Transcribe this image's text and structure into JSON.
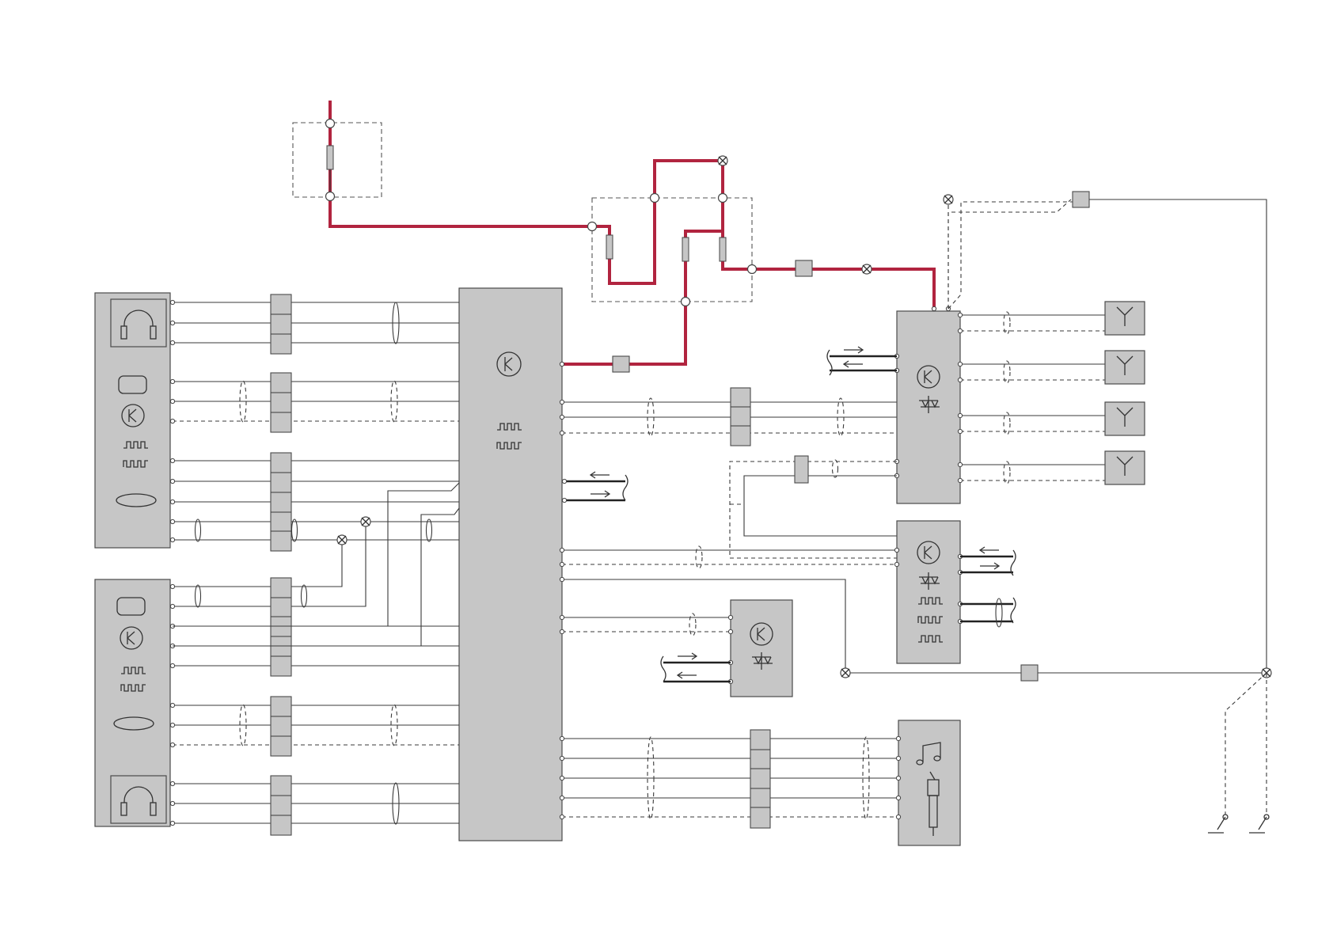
{
  "diagram": {
    "kind": "wiring-schematic",
    "colors": {
      "power_wire": "#b1243f",
      "signal_wire": "#3a3a3a",
      "component_fill": "#c6c6c6",
      "background": "#ffffff"
    },
    "components": [
      {
        "id": "rear-seat-unit-upper",
        "icons": [
          "headphones-icon",
          "display-icon",
          "transistor-icon",
          "pulse-icon",
          "ellipse-icon"
        ]
      },
      {
        "id": "rear-seat-unit-lower",
        "icons": [
          "display-icon",
          "transistor-icon",
          "pulse-icon",
          "ellipse-icon",
          "headphones-icon"
        ]
      },
      {
        "id": "central-control-module",
        "icons": [
          "transistor-icon",
          "pulse-icon"
        ]
      },
      {
        "id": "receiver-module",
        "icons": [
          "transistor-icon",
          "diode-pair-icon"
        ]
      },
      {
        "id": "network-module",
        "icons": [
          "transistor-icon",
          "diode-pair-icon",
          "pulse-icon"
        ]
      },
      {
        "id": "small-module",
        "icons": [
          "transistor-icon",
          "diode-pair-icon"
        ]
      },
      {
        "id": "audio-input-module",
        "icons": [
          "music-note-icon",
          "aux-jack-icon"
        ]
      },
      {
        "id": "antennas",
        "icons": [
          "antenna-icon",
          "antenna-icon",
          "antenna-icon",
          "antenna-icon"
        ]
      },
      {
        "id": "fuse-box-upper",
        "icons": [
          "fuse-icon"
        ]
      },
      {
        "id": "fuse-box-main",
        "icons": [
          "fuse-icon",
          "fuse-icon",
          "fuse-icon"
        ]
      },
      {
        "id": "ground-points",
        "icons": [
          "ground-icon",
          "ground-icon"
        ]
      }
    ]
  }
}
